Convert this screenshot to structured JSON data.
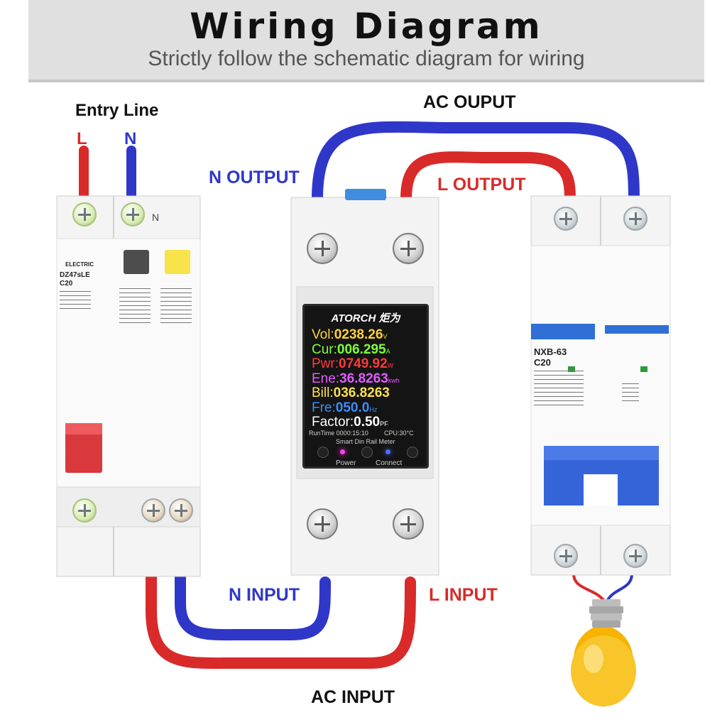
{
  "header": {
    "title": "Wiring Diagram",
    "subtitle": "Strictly follow the schematic diagram for wiring"
  },
  "labels": {
    "entry_line": "Entry Line",
    "l": "L",
    "n": "N",
    "n_mark": "N",
    "ac_output": "AC OUPUT",
    "n_output": "N OUTPUT",
    "l_output": "L OUTPUT",
    "n_input": "N INPUT",
    "l_input": "L INPUT",
    "ac_input": "AC INPUT"
  },
  "left_breaker": {
    "brand": "ELECTRIC",
    "model": "DZ47sLE",
    "rating": "C20"
  },
  "meter": {
    "brand": "ATORCH 炬为",
    "readings": [
      {
        "label": "Vol:",
        "value": "0238.26",
        "unit": "V",
        "color": "#ffd23a"
      },
      {
        "label": "Cur:",
        "value": "006.295",
        "unit": "A",
        "color": "#7dff3a"
      },
      {
        "label": "Pwr:",
        "value": "0749.92",
        "unit": "W",
        "color": "#ff3b3b"
      },
      {
        "label": "Ene:",
        "value": "36.8263",
        "unit": "kwh",
        "color": "#e15cff"
      },
      {
        "label": "Bill:",
        "value": "036.8263",
        "unit": "",
        "color": "#ffe14a"
      },
      {
        "label": "Fre:",
        "value": "050.0",
        "unit": "Hz",
        "color": "#3a8dff"
      },
      {
        "label": "Factor:",
        "value": "0.50",
        "unit": "PF",
        "color": "#ffffff"
      }
    ],
    "runtime": "RunTime 0000:15:10",
    "cpu": "CPU:30°C",
    "subtitle": "Smart Din Rail Meter",
    "power_label": "Power",
    "connect_label": "Connect"
  },
  "right_breaker": {
    "model": "NXB-63",
    "rating": "C20"
  },
  "colors": {
    "live": "#d92a2a",
    "neutral": "#2f37c9",
    "breaker_blue": "#2f6fd6"
  }
}
